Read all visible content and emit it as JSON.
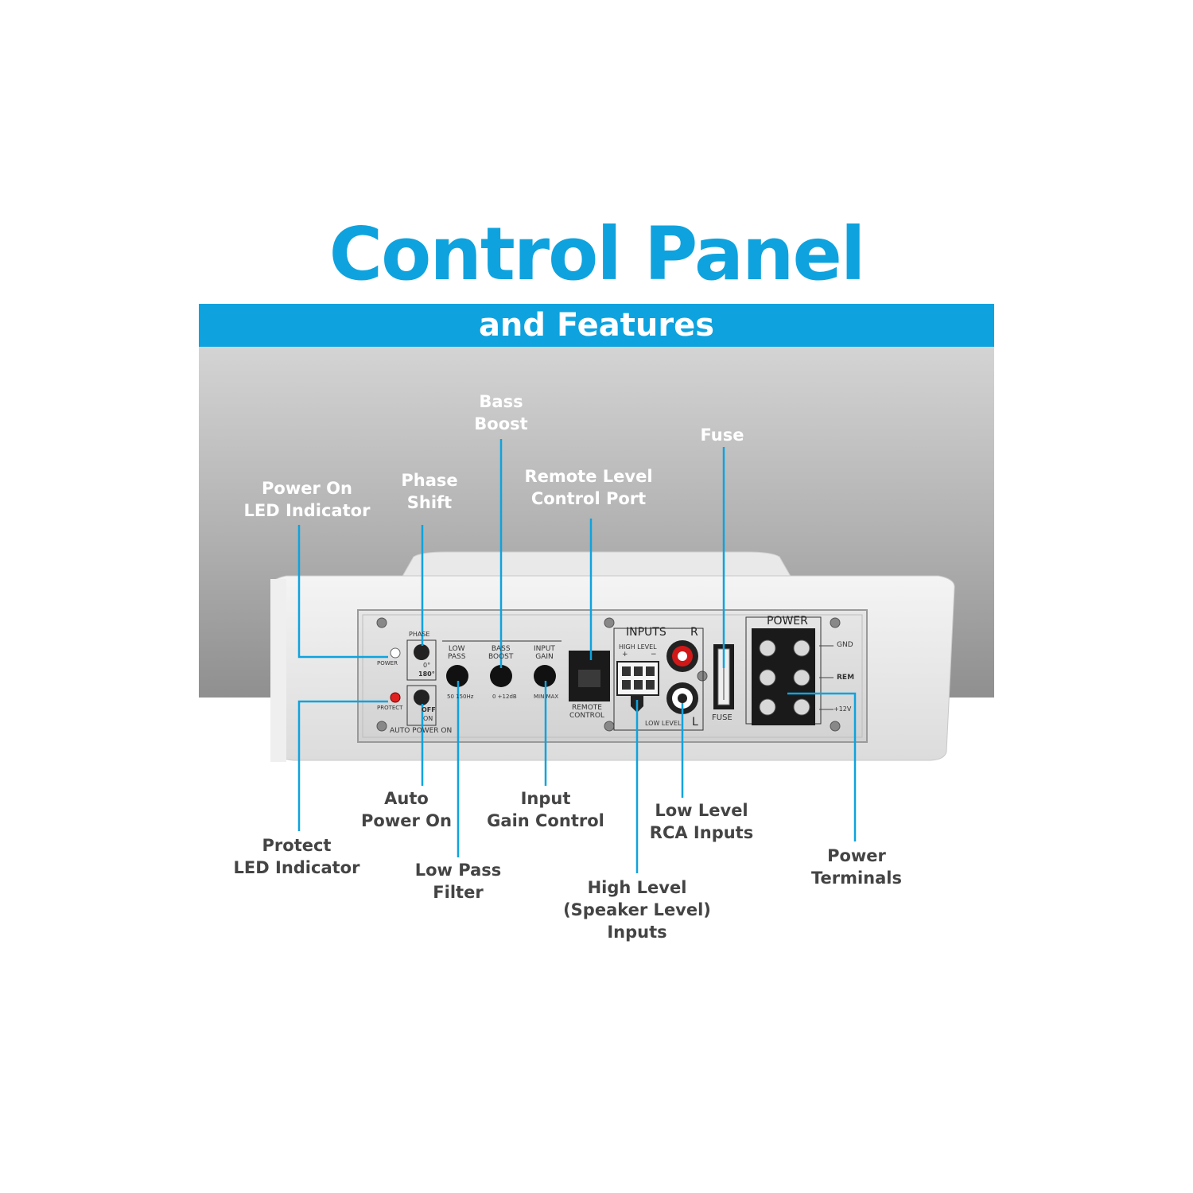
{
  "header": {
    "title": "Control Panel",
    "subtitle": "and Features"
  },
  "callouts": {
    "power_led": "Power On\nLED Indicator",
    "phase_shift": "Phase\nShift",
    "bass_boost": "Bass\nBoost",
    "remote_port": "Remote Level\nControl Port",
    "fuse": "Fuse",
    "protect_led": "Protect\nLED Indicator",
    "auto_power": "Auto\nPower On",
    "low_pass": "Low Pass\nFilter",
    "input_gain": "Input\nGain Control",
    "high_level": "High Level\n(Speaker Level)\nInputs",
    "low_level": "Low Level\nRCA Inputs",
    "power_terminals": "Power\nTerminals"
  },
  "panel": {
    "power": "POWER",
    "protect": "PROTECT",
    "phase": "PHASE",
    "phase_0": "0°",
    "phase_180": "180°",
    "off": "OFF",
    "on": "ON",
    "auto_power_on": "AUTO POWER ON",
    "low_pass": "LOW\nPASS",
    "low_pass_range": "50   150Hz",
    "bass_boost": "BASS\nBOOST",
    "bass_boost_range": "0   +12dB",
    "input_gain": "INPUT\nGAIN",
    "input_gain_range": "MIN  MAX",
    "remote_control": "REMOTE\nCONTROL",
    "inputs": "INPUTS",
    "high_level": "HIGH LEVEL",
    "plus": "+",
    "minus": "−",
    "right": "R",
    "left": "L",
    "low_level": "LOW LEVEL",
    "fuse": "FUSE",
    "power_block": "POWER",
    "gnd": "GND",
    "rem": "REM",
    "v12": "+12V"
  },
  "colors": {
    "accent": "#0ea3de",
    "band_text": "#ffffff",
    "label_dark": "#444444",
    "led_protect": "#e02020",
    "rca_red": "#d01818"
  }
}
